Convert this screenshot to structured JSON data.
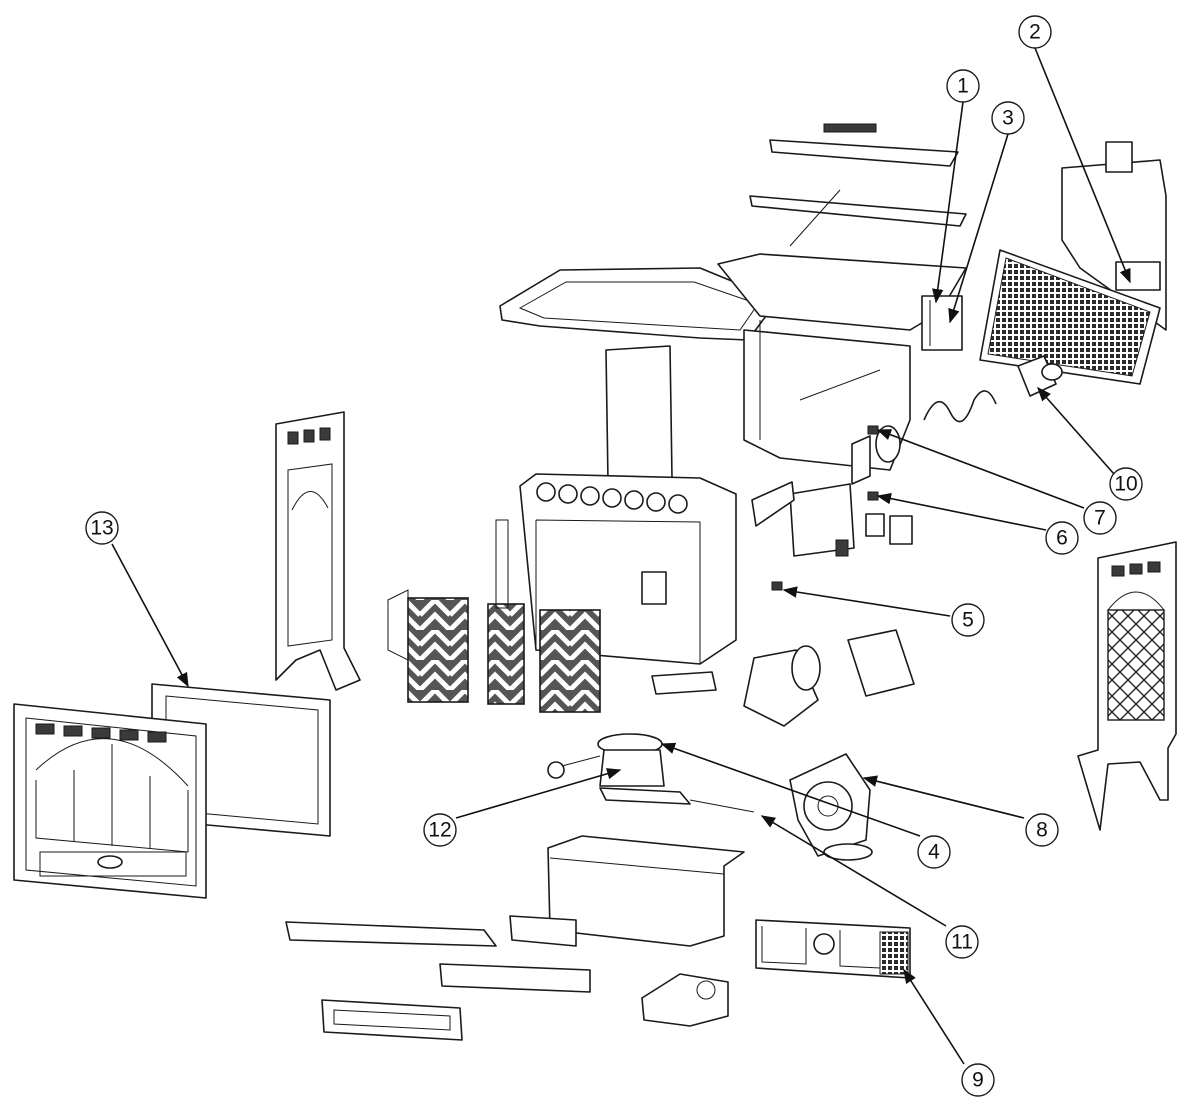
{
  "callouts": [
    {
      "label": "1"
    },
    {
      "label": "2"
    },
    {
      "label": "3"
    },
    {
      "label": "4"
    },
    {
      "label": "5"
    },
    {
      "label": "6"
    },
    {
      "label": "7"
    },
    {
      "label": "8"
    },
    {
      "label": "9"
    },
    {
      "label": "10"
    },
    {
      "label": "11"
    },
    {
      "label": "12"
    },
    {
      "label": "13"
    }
  ]
}
